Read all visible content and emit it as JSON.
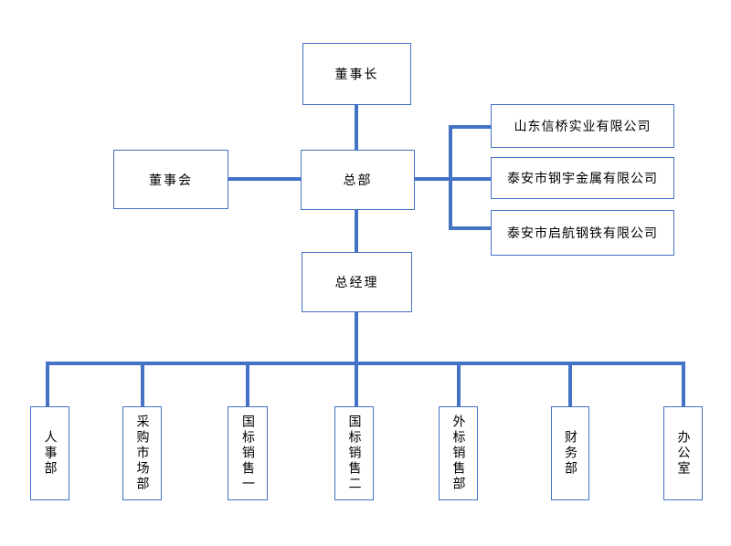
{
  "org": {
    "accent_color": "#4472C4",
    "background_color": "#ffffff",
    "nodes": {
      "chairman": {
        "label": "董事长"
      },
      "board": {
        "label": "董事会"
      },
      "hq": {
        "label": "总部"
      },
      "gm": {
        "label": "总经理"
      }
    },
    "companies": [
      {
        "label": "山东信桥实业有限公司"
      },
      {
        "label": "泰安市钢宇金属有限公司"
      },
      {
        "label": "泰安市启航钢铁有限公司"
      }
    ],
    "departments": [
      {
        "label": "人事部"
      },
      {
        "label": "采购市场部"
      },
      {
        "label": "国标销售一"
      },
      {
        "label": "国标销售二"
      },
      {
        "label": "外标销售部"
      },
      {
        "label": "财务部"
      },
      {
        "label": "办公室"
      }
    ],
    "edges": [
      "董事长 → 总部",
      "董事会 — 总部",
      "总部 — 山东信桥实业有限公司",
      "总部 — 泰安市钢宇金属有限公司",
      "总部 — 泰安市启航钢铁有限公司",
      "总部 → 总经理",
      "总经理 → 人事部",
      "总经理 → 采购市场部",
      "总经理 → 国标销售一",
      "总经理 → 国标销售二",
      "总经理 → 外标销售部",
      "总经理 → 财务部",
      "总经理 → 办公室"
    ]
  }
}
